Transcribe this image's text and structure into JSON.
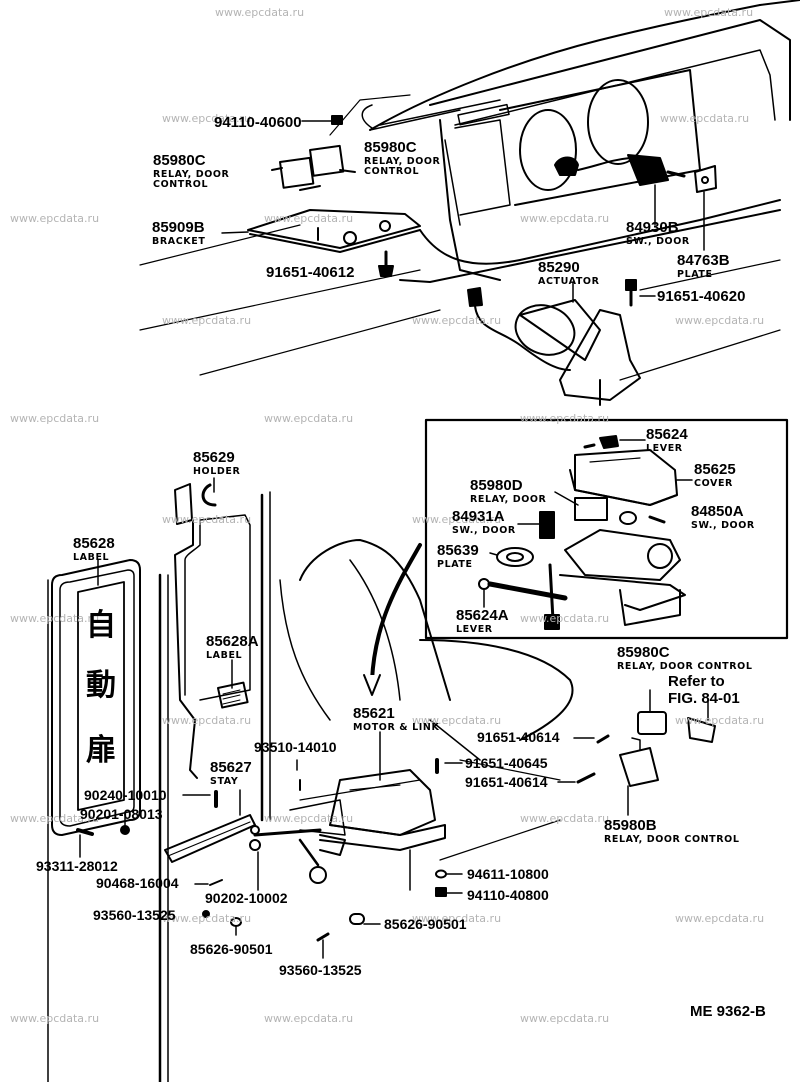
{
  "diagram": {
    "title": "Door control / automatic door parts diagram",
    "figure_code": "ME 9362-B",
    "watermark": "www.epcdata.ru",
    "reference_note": {
      "line1": "Refer to",
      "line2": "FIG. 84-01"
    },
    "label_kanji": [
      "自",
      "動",
      "扉"
    ]
  },
  "parts": [
    {
      "id": "p94110_40600",
      "number": "94110-40600",
      "name": ""
    },
    {
      "id": "p85980c_a",
      "number": "85980C",
      "name": "RELAY, DOOR CONTROL"
    },
    {
      "id": "p85980c_b",
      "number": "85980C",
      "name": "RELAY, DOOR CONTROL"
    },
    {
      "id": "p85909b",
      "number": "85909B",
      "name": "BRACKET"
    },
    {
      "id": "p91651_40612",
      "number": "91651-40612",
      "name": ""
    },
    {
      "id": "p84930b",
      "number": "84930B",
      "name": "SW., DOOR"
    },
    {
      "id": "p84763b",
      "number": "84763B",
      "name": "PLATE"
    },
    {
      "id": "p85290",
      "number": "85290",
      "name": "ACTUATOR"
    },
    {
      "id": "p91651_40620",
      "number": "91651-40620",
      "name": ""
    },
    {
      "id": "p85624",
      "number": "85624",
      "name": "LEVER"
    },
    {
      "id": "p85625",
      "number": "85625",
      "name": "COVER"
    },
    {
      "id": "p85980d",
      "number": "85980D",
      "name": "RELAY, DOOR"
    },
    {
      "id": "p84931a",
      "number": "84931A",
      "name": "SW., DOOR"
    },
    {
      "id": "p84850a",
      "number": "84850A",
      "name": "SW., DOOR"
    },
    {
      "id": "p85639",
      "number": "85639",
      "name": "PLATE"
    },
    {
      "id": "p85624a",
      "number": "85624A",
      "name": "LEVER"
    },
    {
      "id": "p85629",
      "number": "85629",
      "name": "HOLDER"
    },
    {
      "id": "p85628",
      "number": "85628",
      "name": "LABEL"
    },
    {
      "id": "p85628a",
      "number": "85628A",
      "name": "LABEL"
    },
    {
      "id": "p85980c_c",
      "number": "85980C",
      "name": "RELAY, DOOR CONTROL"
    },
    {
      "id": "p85621",
      "number": "85621",
      "name": "MOTOR & LINK"
    },
    {
      "id": "p93510_14010",
      "number": "93510-14010",
      "name": ""
    },
    {
      "id": "p85627",
      "number": "85627",
      "name": "STAY"
    },
    {
      "id": "p90240_10010",
      "number": "90240-10010",
      "name": ""
    },
    {
      "id": "p90201_08013",
      "number": "90201-08013",
      "name": ""
    },
    {
      "id": "p93311_28012",
      "number": "93311-28012",
      "name": ""
    },
    {
      "id": "p90468_16004",
      "number": "90468-16004",
      "name": ""
    },
    {
      "id": "p90202_10002",
      "number": "90202-10002",
      "name": ""
    },
    {
      "id": "p93560_13525_a",
      "number": "93560-13525",
      "name": ""
    },
    {
      "id": "p85626_90501_a",
      "number": "85626-90501",
      "name": ""
    },
    {
      "id": "p93560_13525_b",
      "number": "93560-13525",
      "name": ""
    },
    {
      "id": "p85626_90501_b",
      "number": "85626-90501",
      "name": ""
    },
    {
      "id": "p94611_10800",
      "number": "94611-10800",
      "name": ""
    },
    {
      "id": "p94110_40800",
      "number": "94110-40800",
      "name": ""
    },
    {
      "id": "p91651_40614_a",
      "number": "91651-40614",
      "name": ""
    },
    {
      "id": "p91651_40645",
      "number": "91651-40645",
      "name": ""
    },
    {
      "id": "p91651_40614_b",
      "number": "91651-40614",
      "name": ""
    },
    {
      "id": "p85980b",
      "number": "85980B",
      "name": "RELAY, DOOR CONTROL"
    }
  ]
}
